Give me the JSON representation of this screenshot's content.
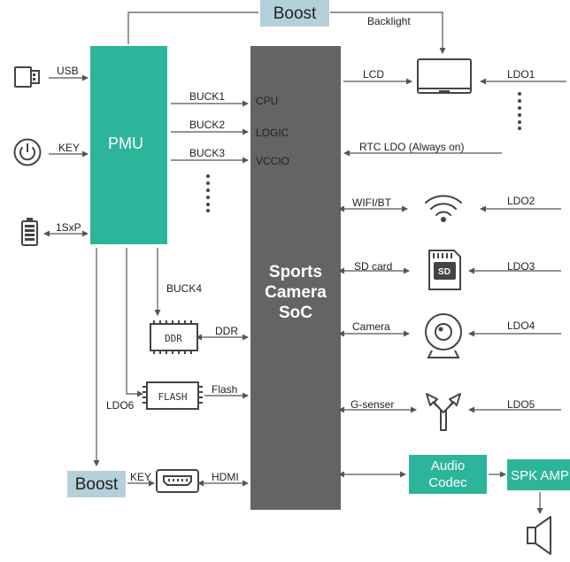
{
  "colors": {
    "pmu": "#2cb59a",
    "soc": "#646464",
    "boost": "#b4d0d8",
    "audio": "#2cb59a",
    "spk": "#2cb59a",
    "line": "#555555"
  },
  "blocks": {
    "pmu": "PMU",
    "soc_line1": "Sports",
    "soc_line2": "Camera",
    "soc_line3": "SoC",
    "boost_top": "Boost",
    "boost_bottom": "Boost",
    "audio_line1": "Audio",
    "audio_line2": "Codec",
    "spk": "SPK AMP",
    "ddr": "DDR",
    "flash": "FLASH",
    "sd": "SD"
  },
  "labels": {
    "usb": "USB",
    "key_left": "KEY",
    "onesxp": "1SxP",
    "buck1": "BUCK1",
    "buck2": "BUCK2",
    "buck3": "BUCK3",
    "buck4": "BUCK4",
    "ldo6": "LDO6",
    "key_bottom": "KEY",
    "cpu": "CPU",
    "logic": "LOGIC",
    "vccio": "VCCIO",
    "ddr": "DDR",
    "flash": "Flash",
    "hdmi": "HDMI",
    "backlight": "Backlight",
    "lcd": "LCD",
    "rtc": "RTC LDO (Always on)",
    "wifi": "WIFI/BT",
    "sdcard": "SD card",
    "camera": "Camera",
    "gsenser": "G-senser",
    "ldo1": "LDO1",
    "ldo2": "LDO2",
    "ldo3": "LDO3",
    "ldo4": "LDO4",
    "ldo5": "LDO5"
  },
  "icons": [
    "usb-plug-icon",
    "power-button-icon",
    "battery-icon",
    "laptop-display-icon",
    "wifi-icon",
    "sd-card-icon",
    "webcam-icon",
    "g-sensor-icon",
    "hdmi-port-icon",
    "speaker-icon",
    "ddr-chip-icon",
    "flash-chip-icon"
  ]
}
